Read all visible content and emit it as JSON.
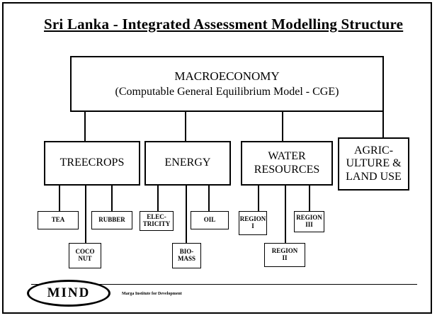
{
  "title": "Sri Lanka - Integrated Assessment Modelling Structure",
  "macro": {
    "line1": "MACROECONOMY",
    "line2": "(Computable General Equilibrium Model - CGE)"
  },
  "treecrops": {
    "label": "TREECROPS",
    "tea": "TEA",
    "rubber": "RUBBER",
    "coconut": [
      "COCO",
      "NUT"
    ]
  },
  "energy": {
    "label": "ENERGY",
    "electricity": [
      "ELEC-",
      "TRICITY"
    ],
    "oil": "OIL",
    "biomass": [
      "BIO-",
      "MASS"
    ]
  },
  "water": {
    "label": [
      "WATER",
      "RESOURCES"
    ],
    "region1": [
      "REGION",
      "I"
    ],
    "region2": [
      "REGION",
      "II"
    ],
    "region3": [
      "REGION",
      "III"
    ]
  },
  "agric": {
    "label": [
      "AGRIC-",
      "ULTURE &",
      "LAND USE"
    ]
  },
  "footer": {
    "logo": "MIND",
    "tagline": "Marga Institute for Development"
  }
}
